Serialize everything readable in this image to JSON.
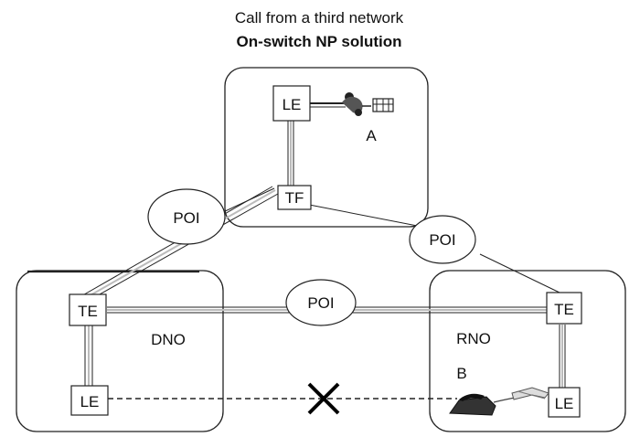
{
  "header": {
    "line1": "Call from a third network",
    "line2": "On-switch NP solution"
  },
  "networks": {
    "origin": {
      "label": "A"
    },
    "dno": {
      "label": "DNO"
    },
    "rno": {
      "label": "RNO",
      "subscriber_label": "B"
    }
  },
  "nodes": {
    "le_origin": "LE",
    "tf": "TF",
    "te_dno": "TE",
    "le_dno": "LE",
    "te_rno": "TE",
    "le_rno": "LE"
  },
  "pois": {
    "left": "POI",
    "right": "POI",
    "center": "POI"
  },
  "icons": {
    "subscriber_a": "phone-terminal-icon",
    "subscriber_b": "telephone-icon",
    "blocked": "x-mark-icon"
  }
}
